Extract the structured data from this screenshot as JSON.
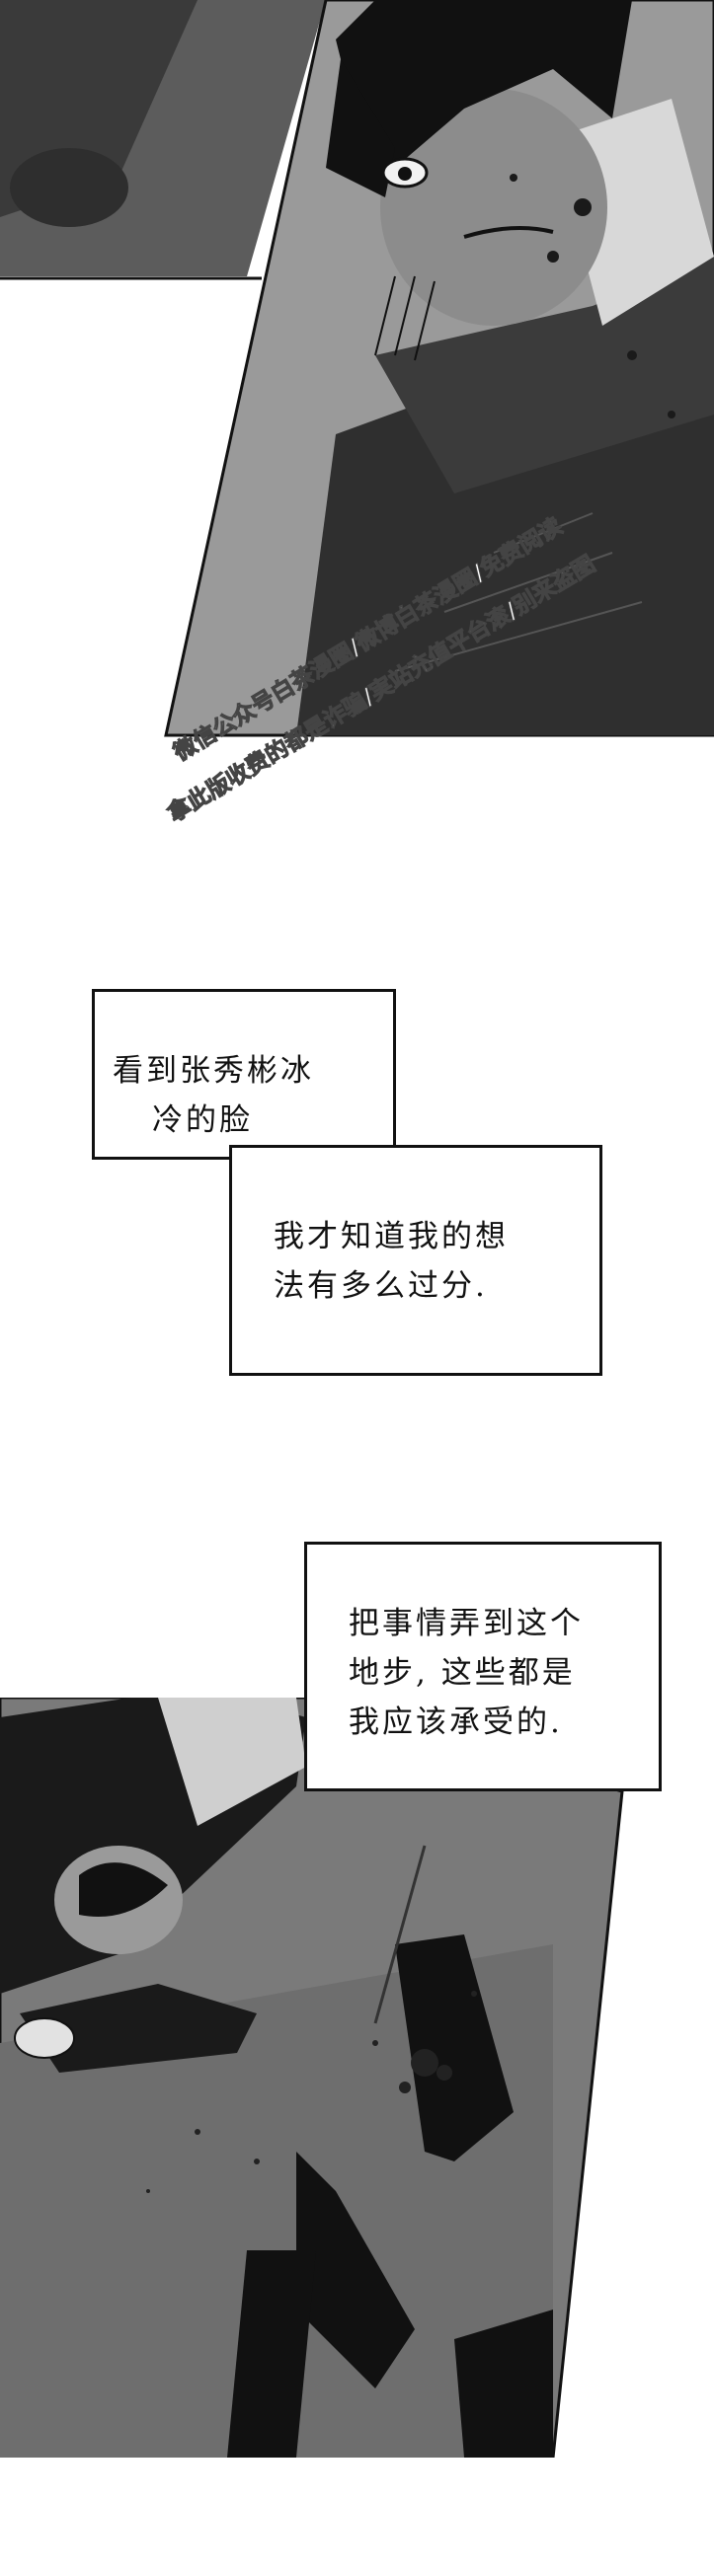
{
  "panels": {
    "top_panel": {
      "description_icon": "manga-illustration-icon"
    },
    "bottom_panel": {
      "description_icon": "manga-illustration-icon"
    }
  },
  "watermark": {
    "line1": "微信公众号白茶漫圈/微博白茶漫圈/免费阅读",
    "line2": "拿此版收费的都是诈骗/実站充值平台滚/别来盗图"
  },
  "narration": {
    "box1": {
      "lines": [
        "看到张秀彬冰",
        "冷的脸"
      ]
    },
    "box2": {
      "lines": [
        "我才知道我的想",
        "法有多么过分."
      ]
    },
    "box3": {
      "lines": [
        "把事情弄到这个",
        "地步, 这些都是",
        "我应该承受的."
      ]
    }
  },
  "colors": {
    "ink": "#111111",
    "paper": "#ffffff",
    "mid_gray": "#7a7a7a",
    "dark_gray": "#2a2a2a"
  }
}
